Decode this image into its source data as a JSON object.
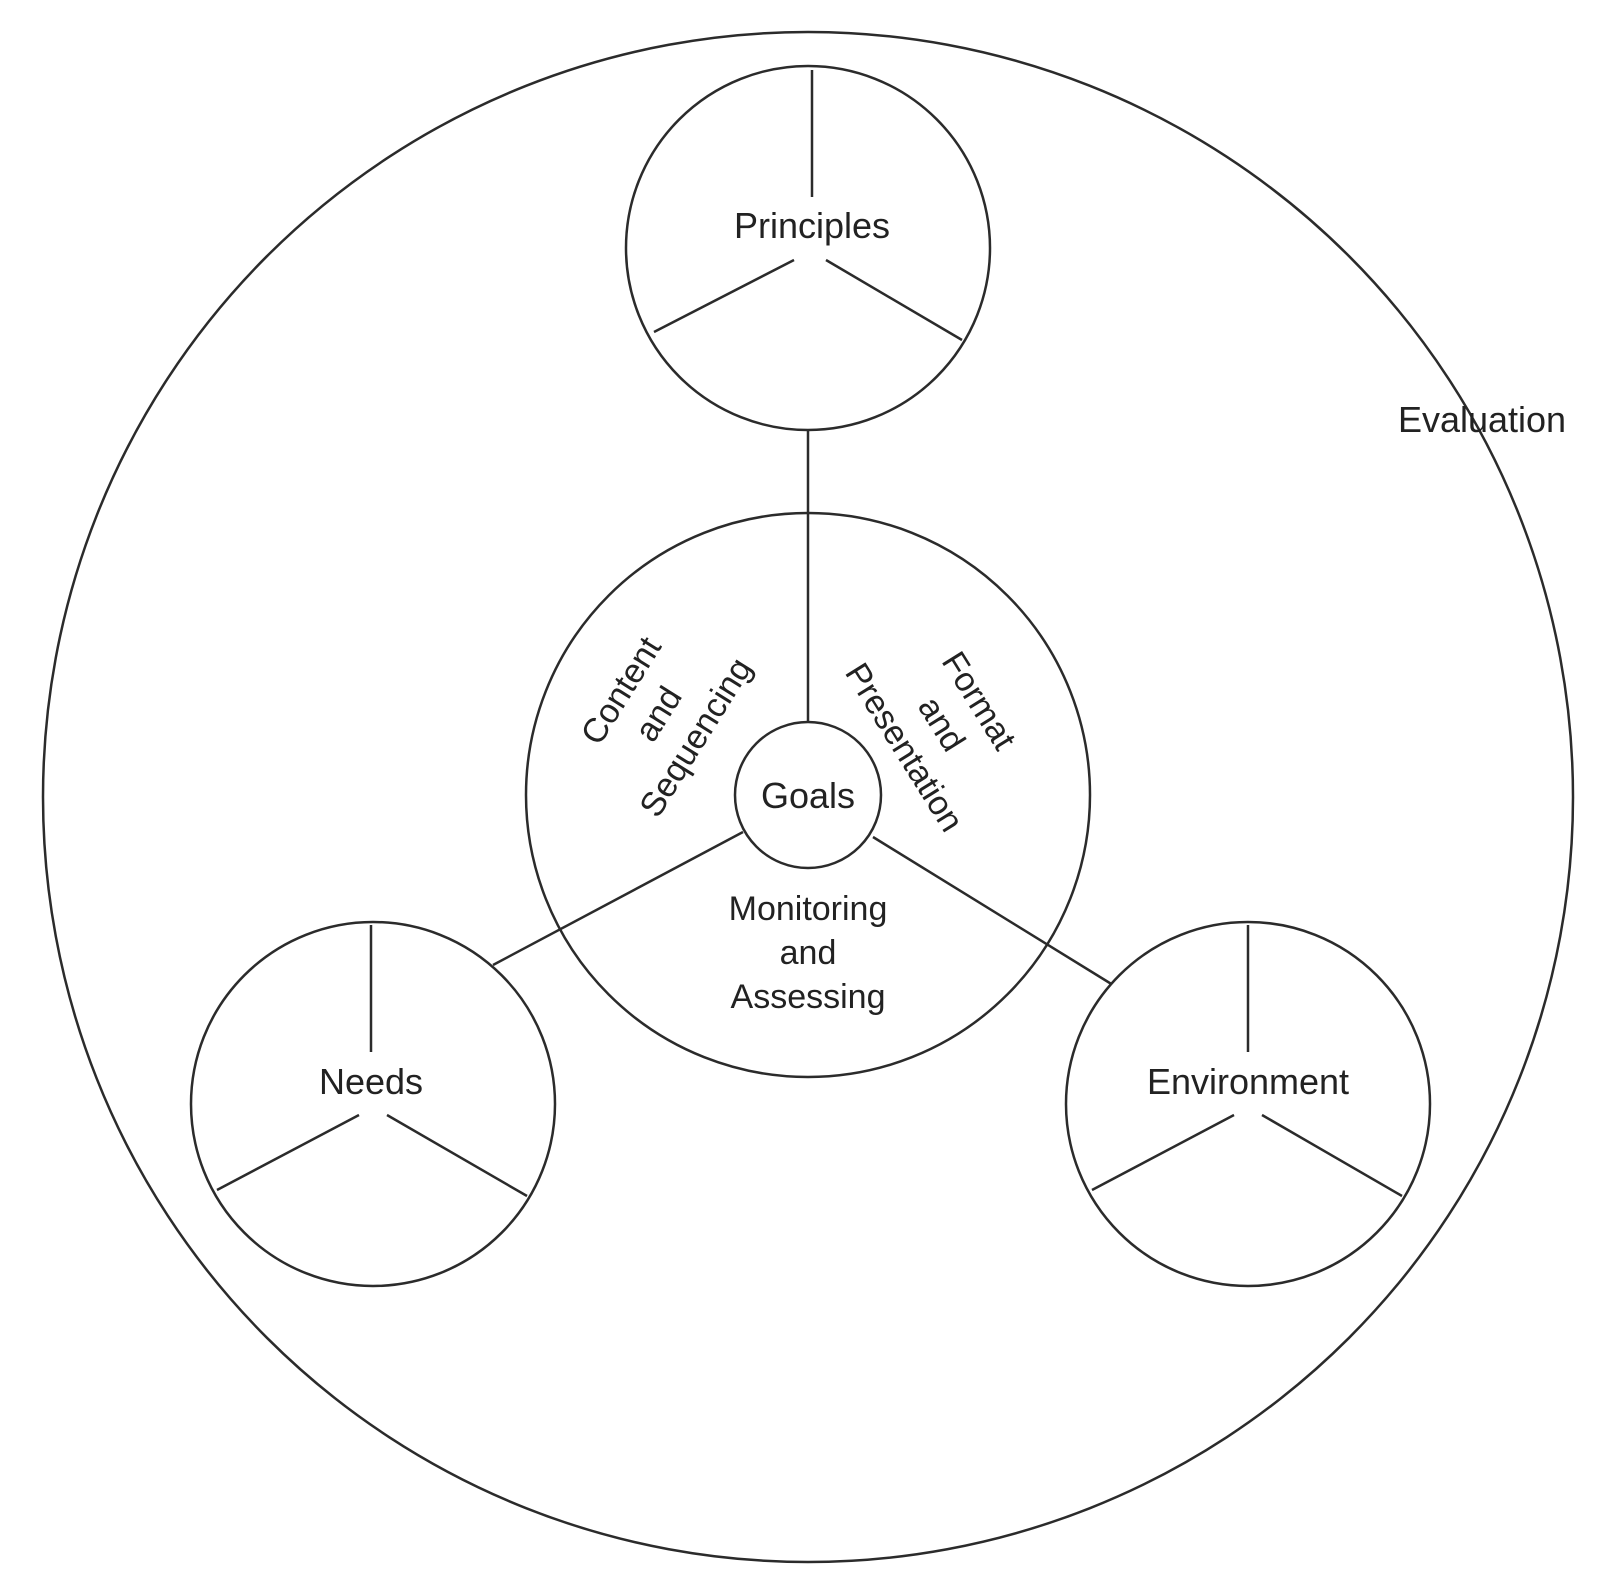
{
  "labels": {
    "evaluation": "Evaluation",
    "principles": "Principles",
    "needs": "Needs",
    "environment": "Environment",
    "goals": "Goals",
    "content_sequencing": [
      "Content",
      "and",
      "Sequencing"
    ],
    "format_presentation": [
      "Format",
      "and",
      "Presentation"
    ],
    "monitoring_assessing": [
      "Monitoring",
      "and",
      "Assessing"
    ]
  },
  "colors": {
    "line": "#2b2b2b",
    "text": "#222222",
    "background": "#ffffff"
  }
}
